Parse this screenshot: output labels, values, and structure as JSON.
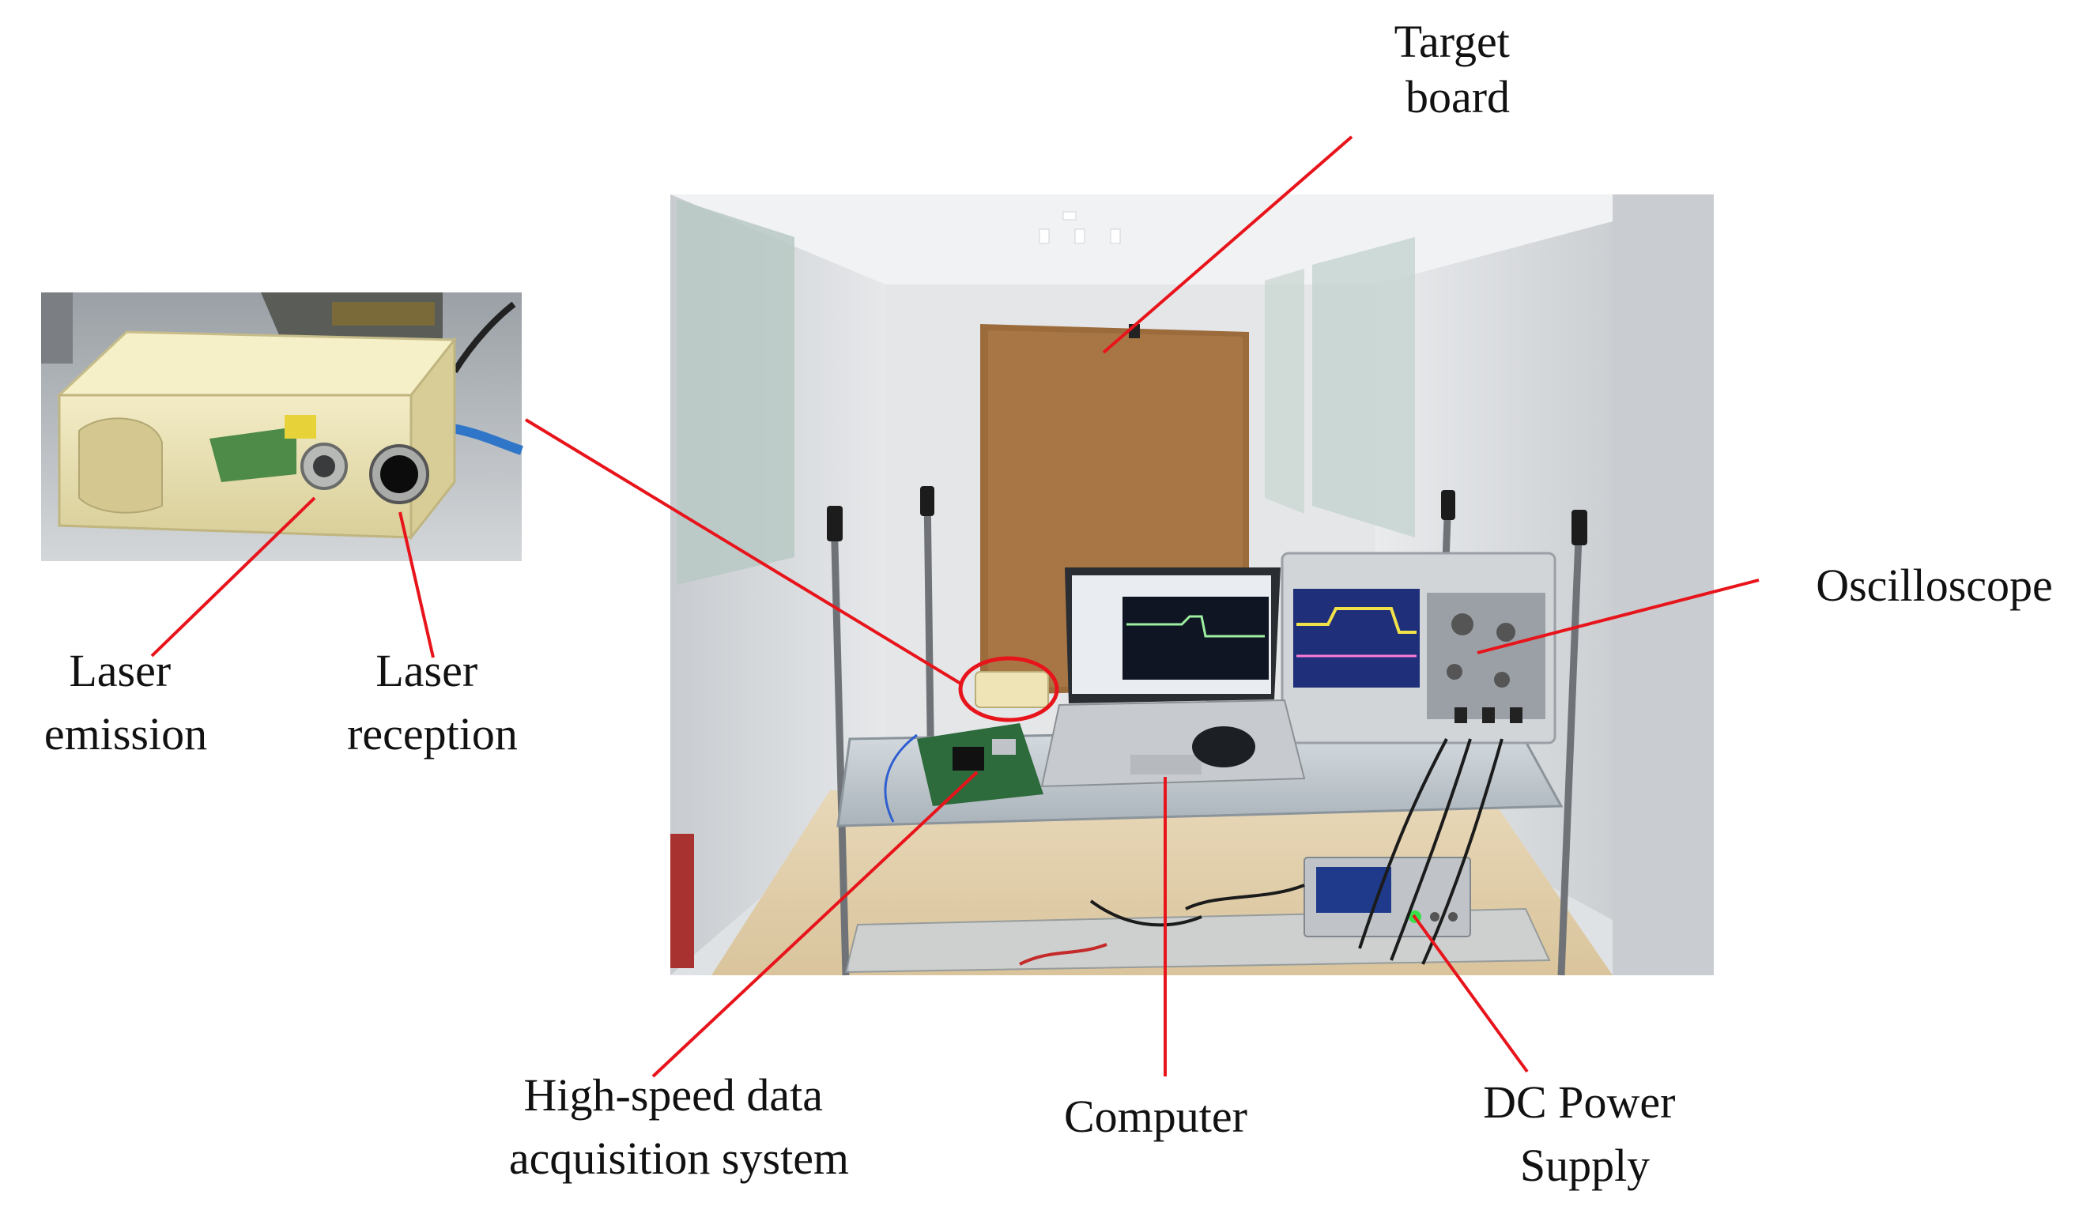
{
  "labels": {
    "target_board": [
      "Target",
      "board"
    ],
    "oscilloscope": [
      "Oscilloscope"
    ],
    "laser_emission": [
      "Laser",
      "emission"
    ],
    "laser_reception": [
      "Laser",
      "reception"
    ],
    "daq": [
      "High-speed data",
      "acquisition system"
    ],
    "computer": [
      "Computer"
    ],
    "dc_power": [
      "DC Power",
      "Supply"
    ]
  },
  "colors": {
    "callout_line": "#e8141b",
    "highlight_circle": "#e8141b"
  },
  "icons": {
    "main_photo": "lab-setup-photo",
    "inset_photo": "lidar-module-photo"
  }
}
